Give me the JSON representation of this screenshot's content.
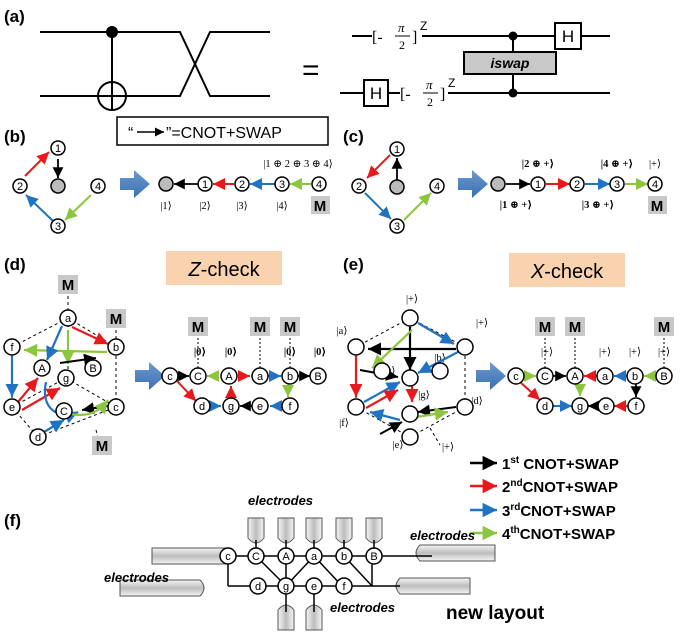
{
  "panels": {
    "a": "(a)",
    "b": "(b)",
    "c": "(c)",
    "d": "(d)",
    "e": "(e)",
    "f": "(f)"
  },
  "circuit": {
    "equals": "=",
    "phase_prefix": "[- ",
    "pi": "π",
    "two": "2",
    "phase_suffix": "]",
    "exponent": "Z",
    "h_gate": "H",
    "iswap": "iswap"
  },
  "legend_box": {
    "quote_open": "“",
    "text": "”=CNOT+SWAP"
  },
  "panel_b": {
    "top_ket": "|1 ⊕ 2 ⊕ 3 ⊕ 4⟩",
    "kets": [
      "|1⟩",
      "|2⟩",
      "|3⟩",
      "|4⟩"
    ],
    "measure": "M"
  },
  "panel_c": {
    "top_kets": [
      "|2 ⊕ +⟩",
      "|4 ⊕ +⟩",
      "|+⟩"
    ],
    "bottom_kets": [
      "|1 ⊕ +⟩",
      "|3 ⊕ +⟩"
    ],
    "measure": "M"
  },
  "node_labels": [
    "1",
    "2",
    "3",
    "4"
  ],
  "lattice_labels": [
    "a",
    "b",
    "c",
    "d",
    "e",
    "f",
    "g",
    "A",
    "B",
    "C"
  ],
  "checks": {
    "z_title_main": "Z",
    "z_title_rest": "-check",
    "x_title_main": "X",
    "x_title_rest": "-check",
    "measure": "M",
    "z_kets": [
      "|0⟩",
      "|0⟩",
      "|0⟩",
      "|0⟩"
    ],
    "x_kets": [
      "|+⟩",
      "|+⟩",
      "|+⟩",
      "|+⟩"
    ],
    "x_left_kets": [
      "|a⟩",
      "|b⟩",
      "|c⟩",
      "|d⟩",
      "|e⟩",
      "|f⟩",
      "|g⟩"
    ],
    "x_left_plus": [
      "|+⟩",
      "|+⟩",
      "|+⟩"
    ]
  },
  "legend": {
    "items": [
      {
        "ord": "1",
        "sup": "st",
        "rest": " CNOT+SWAP",
        "color": "#000000"
      },
      {
        "ord": "2",
        "sup": "nd",
        "rest": "CNOT+SWAP",
        "color": "#e8191c"
      },
      {
        "ord": "3",
        "sup": "rd",
        "rest": "CNOT+SWAP",
        "color": "#1f73c2"
      },
      {
        "ord": "4",
        "sup": "th",
        "rest": "CNOT+SWAP",
        "color": "#8cc63f"
      }
    ]
  },
  "layout_f": {
    "electrodes": "electrodes",
    "new_layout": "new layout"
  },
  "colors": {
    "red": "#e8191c",
    "blue": "#1f73c2",
    "green": "#8cc63f",
    "black": "#000000",
    "orange_box": "#f9d2b0",
    "gray": "#c8c8c8",
    "block_arrow": "#4f81bd"
  }
}
